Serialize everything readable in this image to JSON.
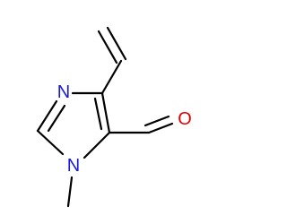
{
  "molecule": {
    "atoms": {
      "N_imine": {
        "label": "N",
        "color": "#1a1adb"
      },
      "N_methyl": {
        "label": "N",
        "color": "#1a1adb"
      },
      "O_aldehyde": {
        "label": "O",
        "color": "#e00000"
      }
    },
    "bond_color": "#000000"
  }
}
